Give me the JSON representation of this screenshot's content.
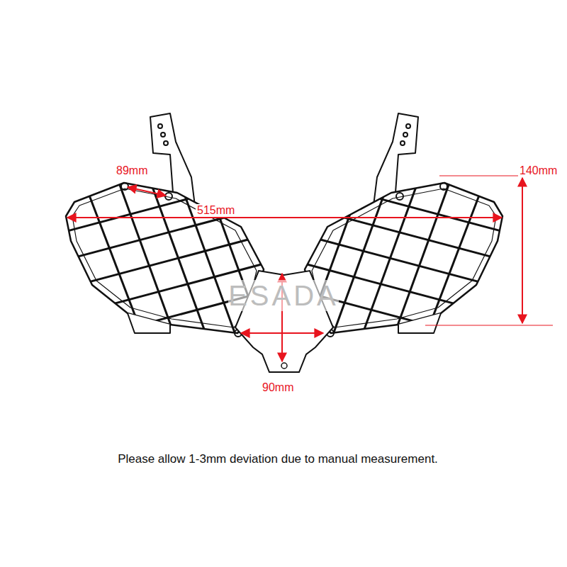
{
  "diagram": {
    "labels": [
      "89mm",
      "515mm",
      "140mm",
      "90mm",
      "ESADA",
      "Please allow 1-3mm deviation due to manual measurement."
    ]
  }
}
